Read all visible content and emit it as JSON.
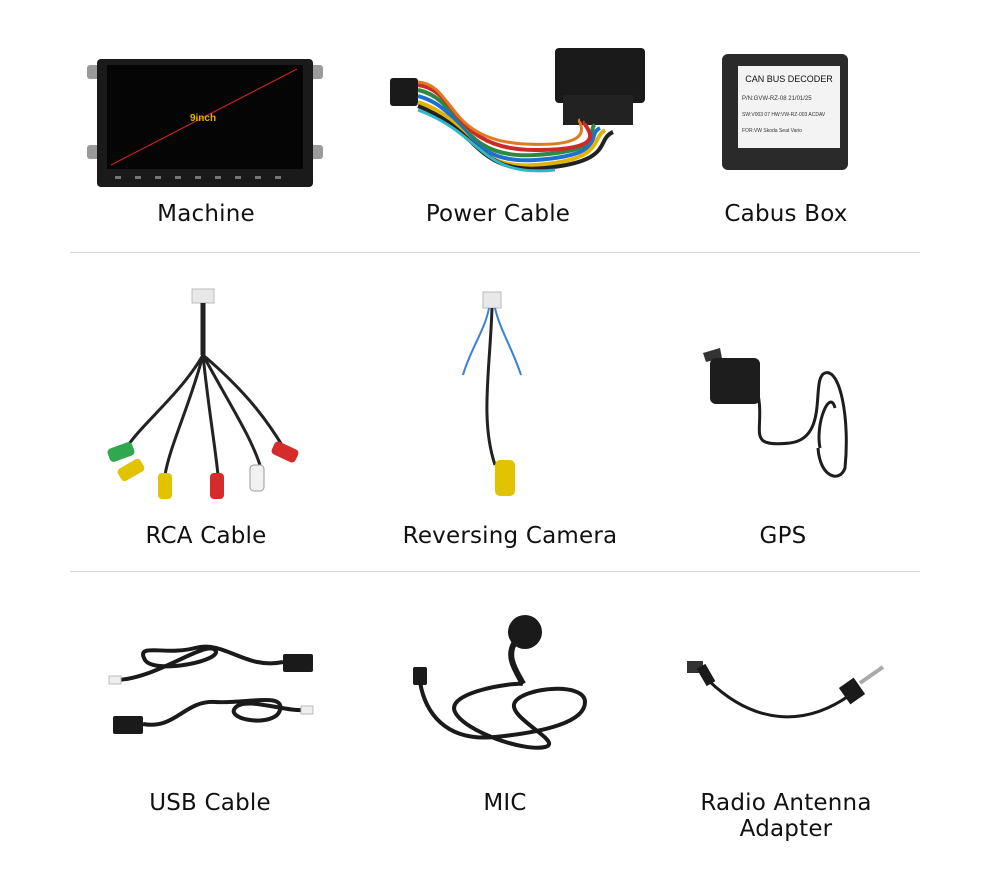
{
  "items": [
    {
      "label": "Machine",
      "icon": "head-unit-screen-icon",
      "screen_text": "9inch"
    },
    {
      "label": "Power Cable",
      "icon": "power-harness-icon"
    },
    {
      "label": "Cabus Box",
      "icon": "canbus-decoder-icon",
      "box_lines": [
        "CAN BUS DECODER",
        "P/N:GVW-RZ-08   21/01/25",
        "SW:V003 07 HW:VW-RZ-003 ACDAV",
        "FOR:VW Skoda Seat Vario"
      ]
    },
    {
      "label": "RCA Cable",
      "icon": "rca-cable-icon"
    },
    {
      "label": "Reversing  Camera",
      "icon": "reversing-camera-cable-icon"
    },
    {
      "label": "GPS",
      "icon": "gps-antenna-icon"
    },
    {
      "label": "USB Cable",
      "icon": "usb-cable-icon"
    },
    {
      "label": "MIC",
      "icon": "microphone-icon"
    },
    {
      "label": "Radio Antenna\nAdapter",
      "icon": "radio-antenna-adapter-icon"
    }
  ]
}
